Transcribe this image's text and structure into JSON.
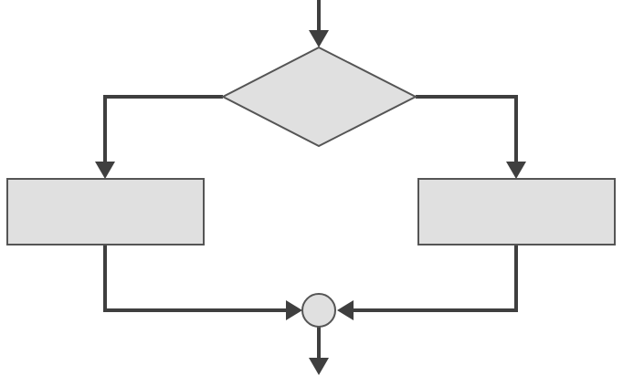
{
  "diagram": {
    "type": "flowchart-if-else",
    "nodes": [
      {
        "id": "decision",
        "shape": "diamond",
        "label": ""
      },
      {
        "id": "branch_left",
        "shape": "rectangle",
        "label": ""
      },
      {
        "id": "branch_right",
        "shape": "rectangle",
        "label": ""
      },
      {
        "id": "merge",
        "shape": "circle",
        "label": ""
      }
    ],
    "edges": [
      {
        "from": "entry",
        "to": "decision"
      },
      {
        "from": "decision",
        "to": "branch_left"
      },
      {
        "from": "decision",
        "to": "branch_right"
      },
      {
        "from": "branch_left",
        "to": "merge"
      },
      {
        "from": "branch_right",
        "to": "merge"
      },
      {
        "from": "merge",
        "to": "exit"
      }
    ]
  },
  "colors": {
    "shape_fill": "#e0e0e0",
    "shape_stroke": "#555555",
    "connector": "#3f3f3f",
    "background": "#ffffff"
  }
}
